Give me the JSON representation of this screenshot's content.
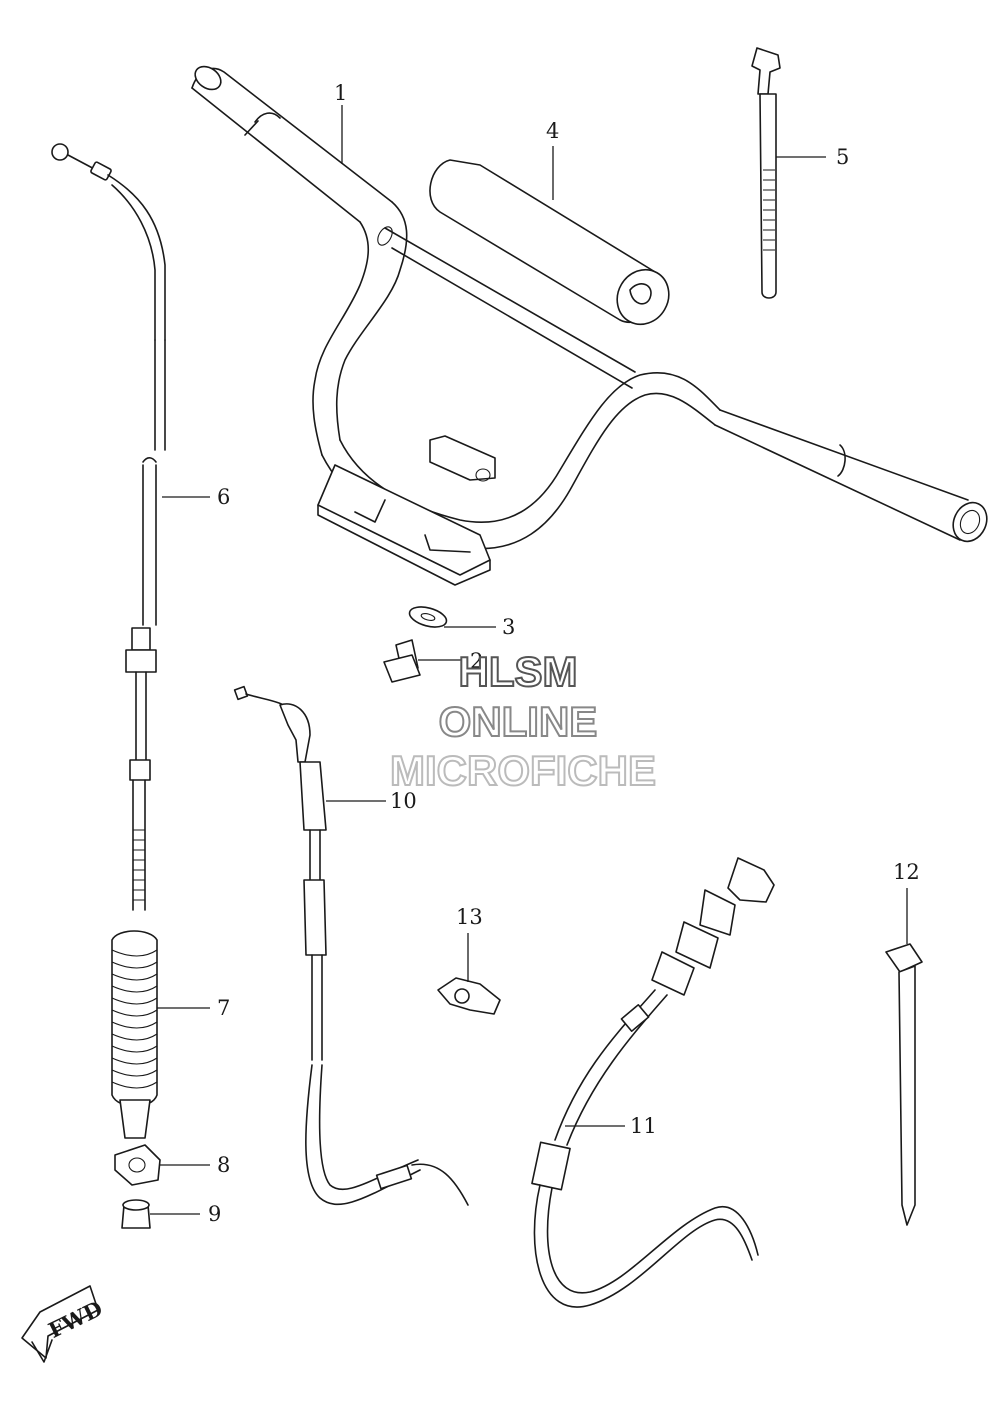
{
  "watermark": {
    "line1": "HLSM",
    "line2": "ONLINE",
    "line3": "MICROFICHE"
  },
  "fwd_badge": "FWD",
  "callouts": [
    "1",
    "2",
    "3",
    "4",
    "5",
    "6",
    "7",
    "8",
    "9",
    "10",
    "11",
    "12",
    "13"
  ]
}
